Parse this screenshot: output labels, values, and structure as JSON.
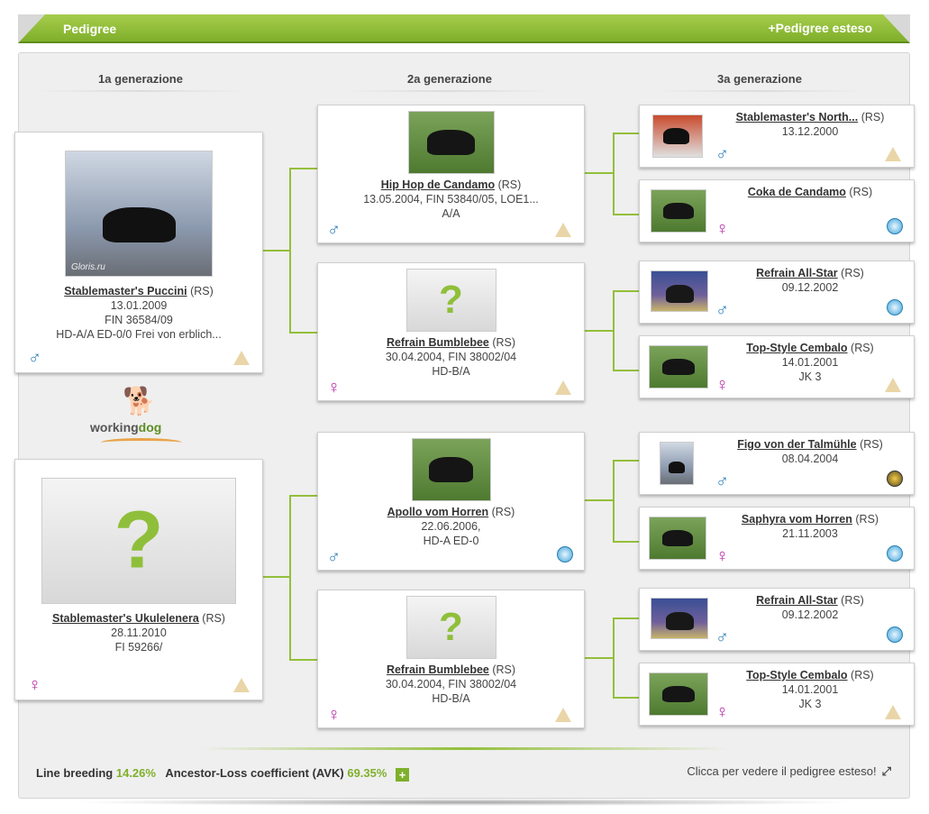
{
  "header": {
    "title": "Pedigree",
    "extended_link": "+Pedigree esteso"
  },
  "generations": [
    "1a generazione",
    "2a generazione",
    "3a generazione"
  ],
  "gen1": [
    {
      "name": "Stablemaster's Puccini",
      "reg": "(RS)",
      "lines": [
        "13.01.2009",
        "FIN 36584/09",
        "HD-A/A ED-0/0 Frei von erblich..."
      ],
      "sex": "♂"
    },
    {
      "name": "Stablemaster's Ukulelenera",
      "reg": "(RS)",
      "lines": [
        "28.11.2010",
        "FI 59266/"
      ],
      "sex": "♀"
    }
  ],
  "gen2": [
    {
      "name": "Hip Hop de Candamo",
      "reg": "(RS)",
      "lines": [
        "13.05.2004, FIN 53840/05, LOE1...",
        "A/A"
      ],
      "sex": "♂"
    },
    {
      "name": "Refrain Bumblebee",
      "reg": "(RS)",
      "lines": [
        "30.04.2004, FIN 38002/04",
        "HD-B/A"
      ],
      "sex": "♀"
    },
    {
      "name": "Apollo vom Horren",
      "reg": "(RS)",
      "lines": [
        "22.06.2006,",
        "HD-A ED-0"
      ],
      "sex": "♂"
    },
    {
      "name": "Refrain Bumblebee",
      "reg": "(RS)",
      "lines": [
        "30.04.2004, FIN 38002/04",
        "HD-B/A"
      ],
      "sex": "♀"
    }
  ],
  "gen3": [
    {
      "name": "Stablemaster's North...",
      "reg": "(RS)",
      "lines": [
        "13.12.2000"
      ],
      "sex": "♂"
    },
    {
      "name": "Coka de Candamo",
      "reg": "(RS)",
      "lines": [],
      "sex": "♀"
    },
    {
      "name": "Refrain All-Star",
      "reg": "(RS)",
      "lines": [
        "09.12.2002"
      ],
      "sex": "♂"
    },
    {
      "name": "Top-Style Cembalo",
      "reg": "(RS)",
      "lines": [
        "14.01.2001",
        "JK 3"
      ],
      "sex": "♀"
    },
    {
      "name": "Figo von der Talmühle",
      "reg": "(RS)",
      "lines": [
        "08.04.2004"
      ],
      "sex": "♂"
    },
    {
      "name": "Saphyra vom Horren",
      "reg": "(RS)",
      "lines": [
        "21.11.2003"
      ],
      "sex": "♀"
    },
    {
      "name": "Refrain All-Star",
      "reg": "(RS)",
      "lines": [
        "09.12.2002"
      ],
      "sex": "♂"
    },
    {
      "name": "Top-Style Cembalo",
      "reg": "(RS)",
      "lines": [
        "14.01.2001",
        "JK 3"
      ],
      "sex": "♀"
    }
  ],
  "logo": {
    "word1": "working",
    "word2": "dog"
  },
  "photo_caption": "Gloris.ru",
  "footer": {
    "line_breeding_label": "Line breeding",
    "line_breeding_value": "14.26%",
    "avk_label": "Ancestor-Loss coefficient (AVK)",
    "avk_value": "69.35%",
    "expand_plus": "+",
    "view_extended": "Clicca per vedere il pedigree esteso!",
    "expand_icon": "⤢"
  },
  "colors": {
    "accent": "#7fb02b",
    "male": "#2c7fb8",
    "female": "#b72aa8"
  }
}
